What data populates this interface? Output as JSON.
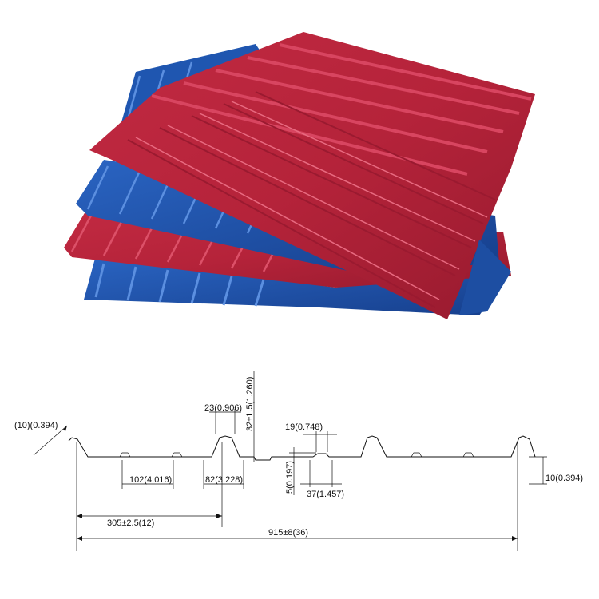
{
  "photo": {
    "subject": "stack of corrugated trapezoidal roofing sheets",
    "colors": {
      "red": "#b5233a",
      "red_light": "#d03a52",
      "red_dark": "#8e1428",
      "blue": "#1f56b0",
      "blue_light": "#3a78d4",
      "blue_dark": "#143c84"
    }
  },
  "drawing": {
    "labels": {
      "edge_thickness": "(10)(0.394)",
      "rib_top": "23(0.906)",
      "rib_height": "32±1.5(1.260)",
      "small_rib_top": "19(0.748)",
      "valley": "102(4.016)",
      "rib_base": "82(3.228)",
      "small_rib_height": "5(0.197)",
      "small_rib_base": "37(1.457)",
      "end_height": "10(0.394)",
      "pitch": "305±2.5(12)",
      "cover_width": "915±8(36)"
    }
  }
}
